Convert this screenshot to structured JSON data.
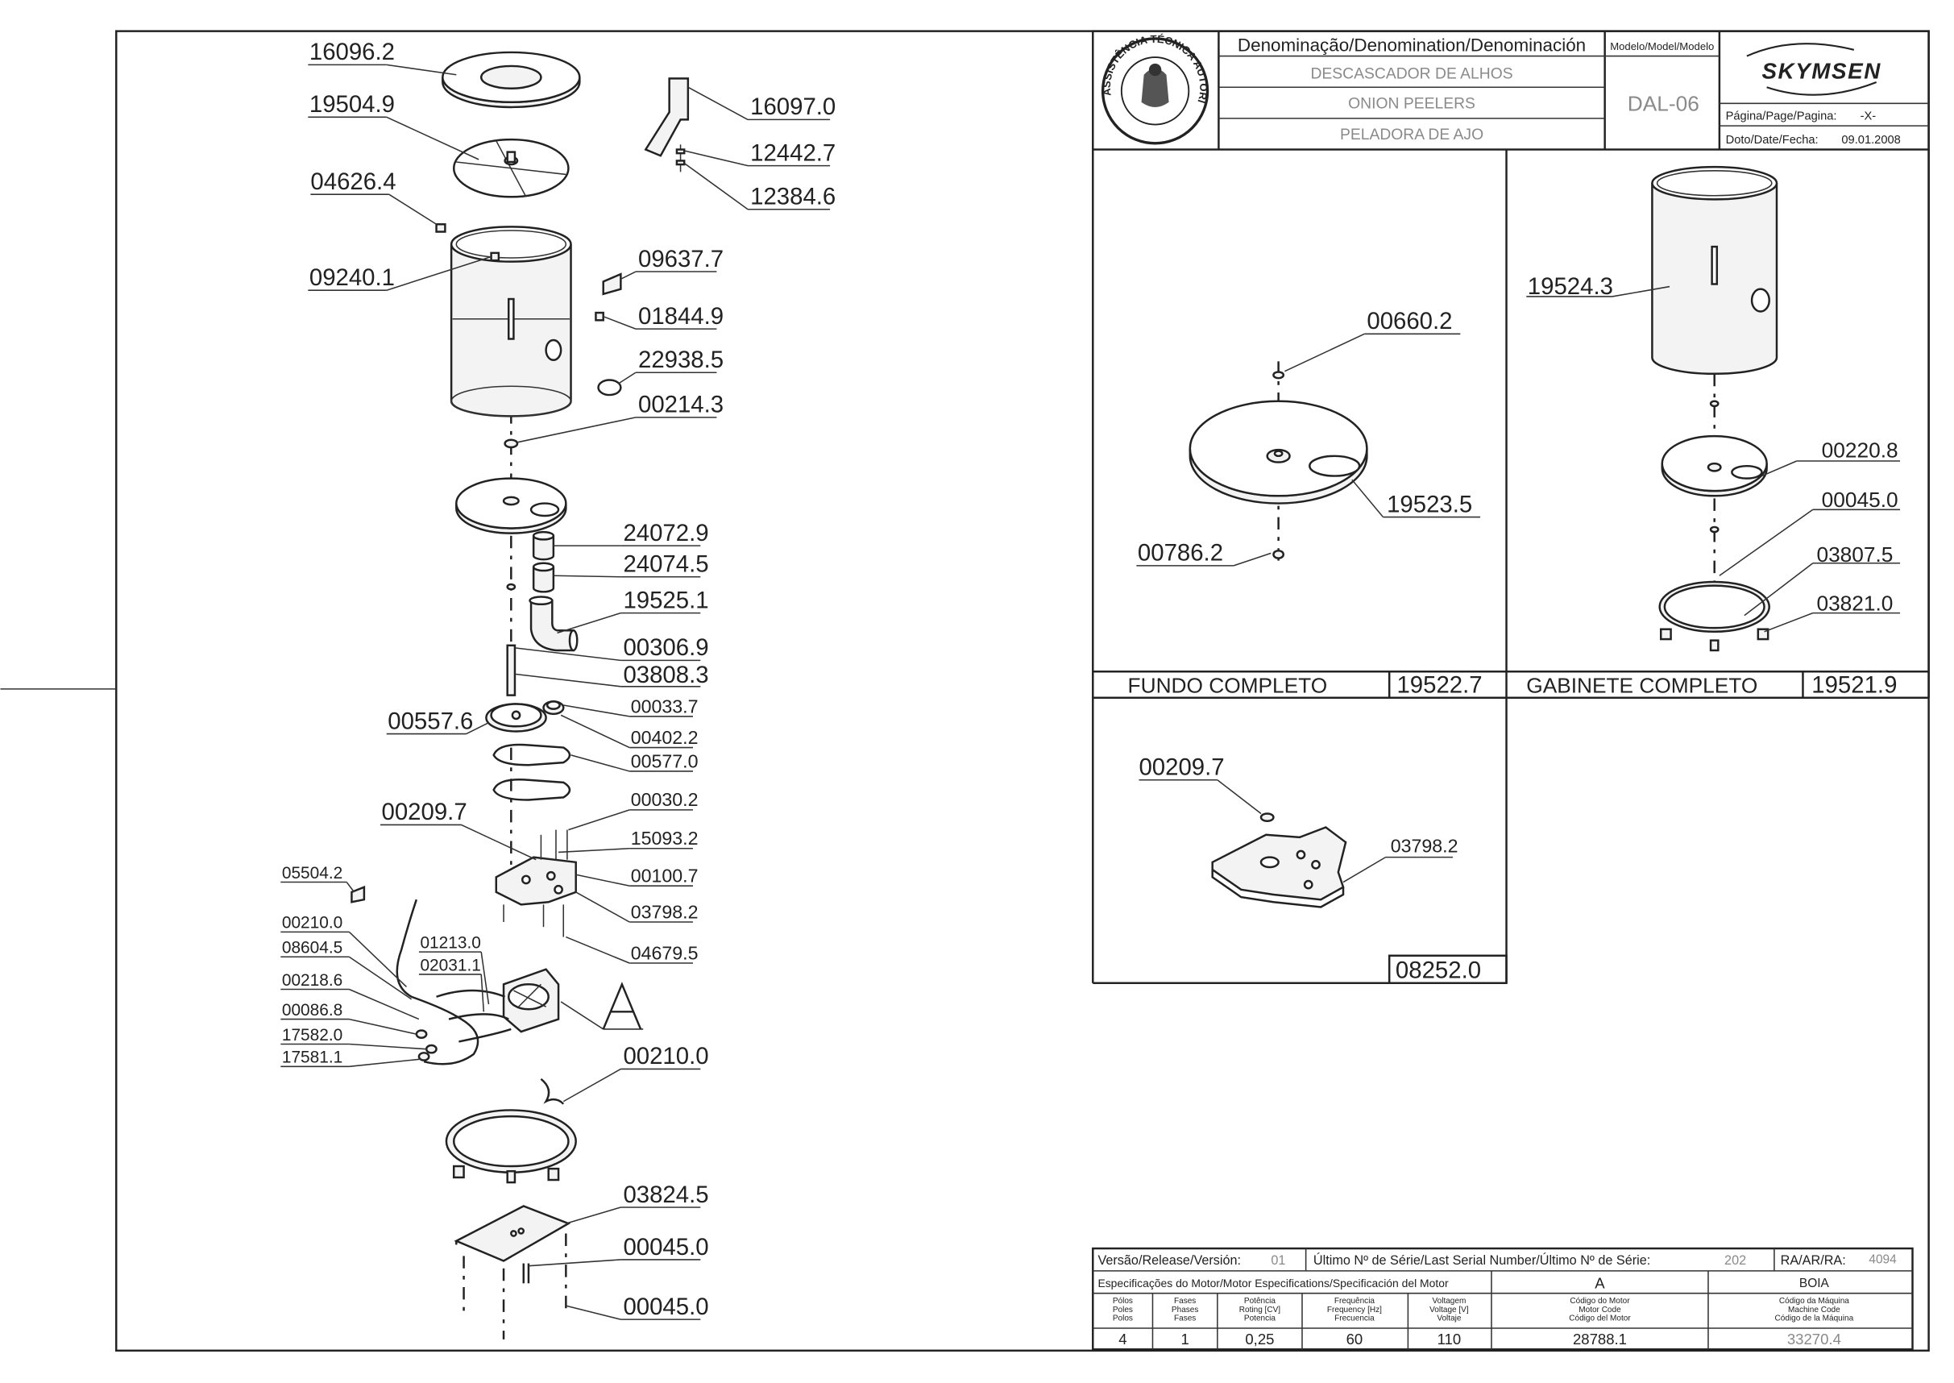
{
  "title_block": {
    "denomination_header": "Denominação/Denomination/Denominación",
    "name_pt": "DESCASCADOR DE ALHOS",
    "name_en": "ONION PEELERS",
    "name_es": "PELADORA DE AJO",
    "model_header": "Modelo/Model/Modelo",
    "model": "DAL-06",
    "brand": "SKYMSEN",
    "page_label": "Página/Page/Pagina:",
    "page_value": "-X-",
    "date_label": "Doto/Date/Fecha:",
    "date_value": "09.01.2008",
    "stamp_text": "ASSISTÊNCIA TÉCNICA AUTORIZADA"
  },
  "panels": {
    "fundo": {
      "title": "FUNDO COMPLETO",
      "code": "19522.7"
    },
    "gabinete": {
      "title": "GABINETE COMPLETO",
      "code": "19521.9"
    },
    "base_code": "08252.0"
  },
  "main_labels": [
    "16096.2",
    "19504.9",
    "04626.4",
    "09240.1",
    "16097.0",
    "12442.7",
    "12384.6",
    "09637.7",
    "01844.9",
    "22938.5",
    "00214.3",
    "24072.9",
    "24074.5",
    "19525.1",
    "00306.9",
    "03808.3",
    "00557.6",
    "00033.7",
    "00402.2",
    "00577.0",
    "00209.7",
    "00030.2",
    "15093.2",
    "00100.7",
    "03798.2",
    "04679.5",
    "05504.2",
    "00210.0",
    "08604.5",
    "00218.6",
    "00086.8",
    "17582.0",
    "17581.1",
    "01213.0",
    "02031.1",
    "A",
    "00210.0",
    "03824.5",
    "00045.0",
    "00045.0"
  ],
  "fundo_labels": [
    "00660.2",
    "19523.5",
    "00786.2"
  ],
  "gabinete_labels": [
    "19524.3",
    "00220.8",
    "00045.0",
    "03807.5",
    "03821.0"
  ],
  "base_labels": [
    "00209.7",
    "03798.2"
  ],
  "footer": {
    "version_label": "Versão/Release/Versión:",
    "version_value": "01",
    "serial_label": "Último Nº de Série/Last Serial Number/Último Nº de Série:",
    "serial_value": "202",
    "ra_label": "RA/AR/RA:",
    "ra_value": "4094",
    "motor_spec_label": "Especificações do Motor/Motor Especifications/Specificación del Motor",
    "motor_letter": "A",
    "machine_name": "BOIA",
    "columns": [
      {
        "header": [
          "Pólos",
          "Poles",
          "Polos"
        ],
        "value": "4"
      },
      {
        "header": [
          "Fases",
          "Phases",
          "Fases"
        ],
        "value": "1"
      },
      {
        "header": [
          "Potência",
          "Roting [CV]",
          "Potencia"
        ],
        "value": "0,25"
      },
      {
        "header": [
          "Frequência",
          "Frequency [Hz]",
          "Frecuencia"
        ],
        "value": "60"
      },
      {
        "header": [
          "Voltagem",
          "Voltage [V]",
          "Voltaje"
        ],
        "value": "110"
      },
      {
        "header": [
          "Código do Motor",
          "Motor Code",
          "Código del Motor"
        ],
        "value": "28788.1"
      },
      {
        "header": [
          "Código da Máquina",
          "Machine Code",
          "Código de la Máquina"
        ],
        "value": "33270.4"
      }
    ]
  }
}
